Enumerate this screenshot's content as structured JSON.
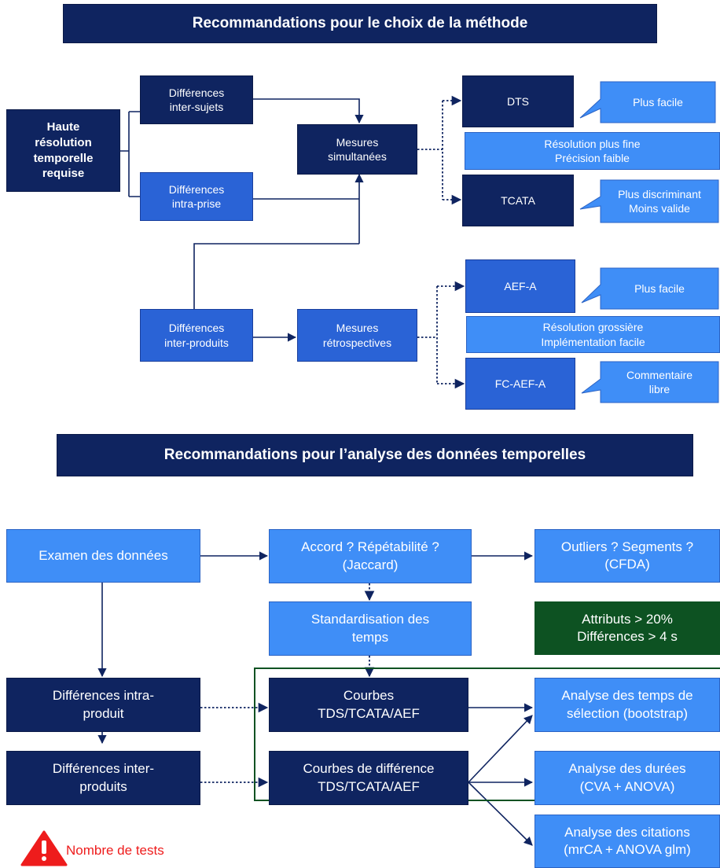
{
  "section1": {
    "title": "Recommandations pour le choix de la méthode",
    "haute": "Haute\nrésolution\ntemporelle\nrequise",
    "diff_inter_sujets": "Différences\ninter-sujets",
    "diff_intra_prise": "Différences\nintra-prise",
    "diff_inter_produits": "Différences\ninter-produits",
    "mesures_simultanees": "Mesures\nsimultanées",
    "mesures_retrospectives": "Mesures\nrétrospectives",
    "dts": "DTS",
    "dts_note": "Plus facile",
    "mid_note_1": "Résolution plus fine\nPrécision faible",
    "tcata": "TCATA",
    "tcata_note": "Plus discriminant\nMoins valide",
    "aef_a": "AEF-A",
    "aef_a_note": "Plus facile",
    "mid_note_2": "Résolution grossière\nImplémentation facile",
    "fc_aef_a": "FC-AEF-A",
    "fc_note": "Commentaire\nlibre"
  },
  "section2": {
    "title": "Recommandations pour l’analyse des données temporelles",
    "examen": "Examen des données",
    "accord": "Accord ? Répétabilité ?\n(Jaccard)",
    "outliers": "Outliers ? Segments ?\n(CFDA)",
    "standardisation": "Standardisation des\ntemps",
    "criteria": "Attributs > 20%\nDifférences > 4 s",
    "diff_intra_produit": "Différences intra-\nproduit",
    "diff_inter_produits": "Différences inter-\nproduits",
    "courbes": "Courbes\nTDS/TCATA/AEF",
    "courbes_diff": "Courbes de différence\nTDS/TCATA/AEF",
    "analyse_temps": "Analyse des temps de\nsélection (bootstrap)",
    "analyse_durees": "Analyse des durées\n(CVA + ANOVA)",
    "analyse_citations": "Analyse des citations\n(mrCA + ANOVA glm)",
    "warning": "Nombre de tests"
  },
  "colors": {
    "dark_navy": "#0f2460",
    "medium_blue": "#2a63d6",
    "light_blue": "#3f8ef7",
    "green": "#0d5222",
    "warning_red": "#ee1c1c"
  }
}
